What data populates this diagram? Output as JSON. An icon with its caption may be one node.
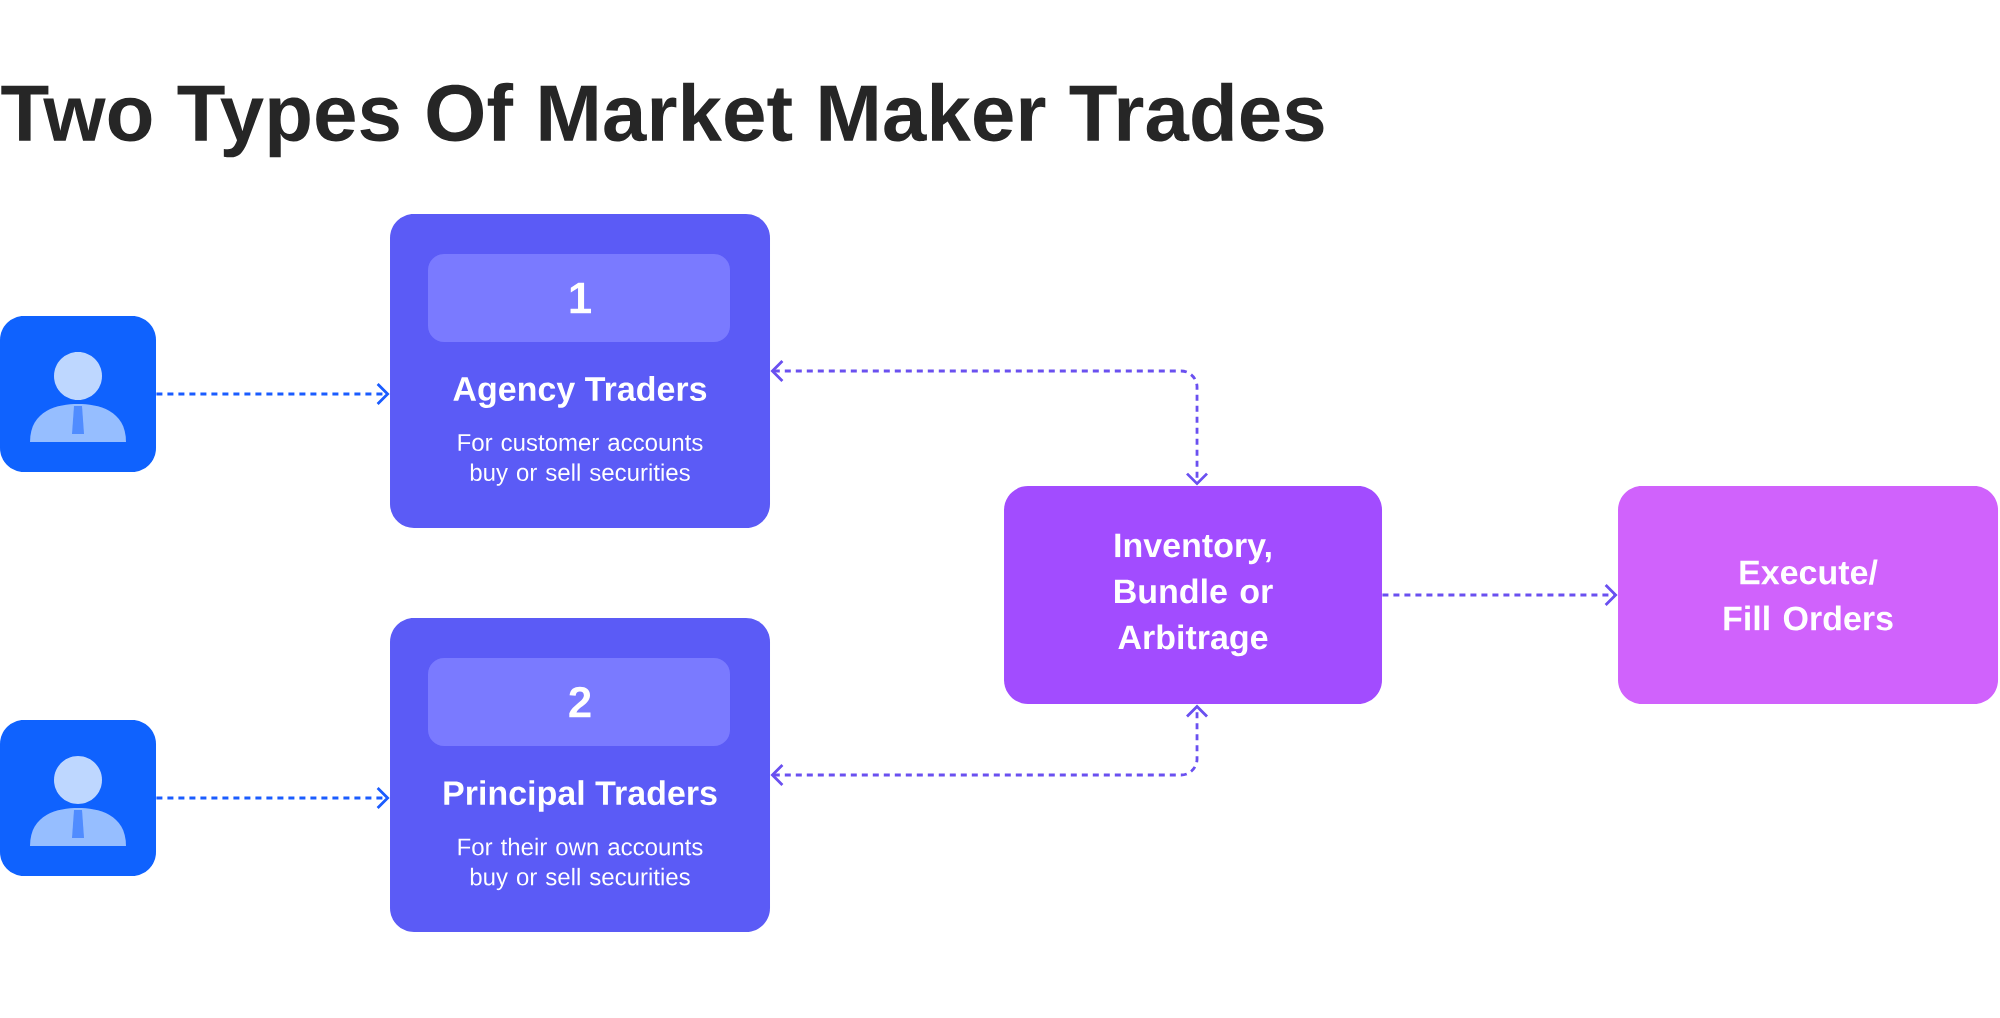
{
  "diagram": {
    "title": "Two Types Of Market Maker Trades",
    "nodes": [
      {
        "text": [],
        "shape": "person"
      },
      {
        "text": [
          "1",
          "Agency Traders",
          "For customer accounts buy or sell securities"
        ]
      },
      {
        "text": [],
        "shape": "person"
      },
      {
        "text": [
          "2",
          "Principal Traders",
          "For their own accounts buy or sell securities"
        ]
      },
      {
        "text": [
          "Inventory, Bundle or Arbitrage"
        ]
      },
      {
        "text": [
          "Execute/ Fill Orders"
        ]
      }
    ],
    "edges": [
      {
        "from": 0,
        "to": 1,
        "arrow": "to",
        "style": "dashed",
        "color": "#1a5cff"
      },
      {
        "from": 1,
        "to": 4,
        "arrow": "both",
        "style": "dashed"
      },
      {
        "from": 2,
        "to": 3,
        "arrow": "to",
        "style": "dashed",
        "color": "#1a5cff"
      },
      {
        "from": 3,
        "to": 4,
        "arrow": "both",
        "style": "dashed"
      },
      {
        "from": 4,
        "to": 5,
        "arrow": "to",
        "style": "dashed"
      }
    ]
  }
}
